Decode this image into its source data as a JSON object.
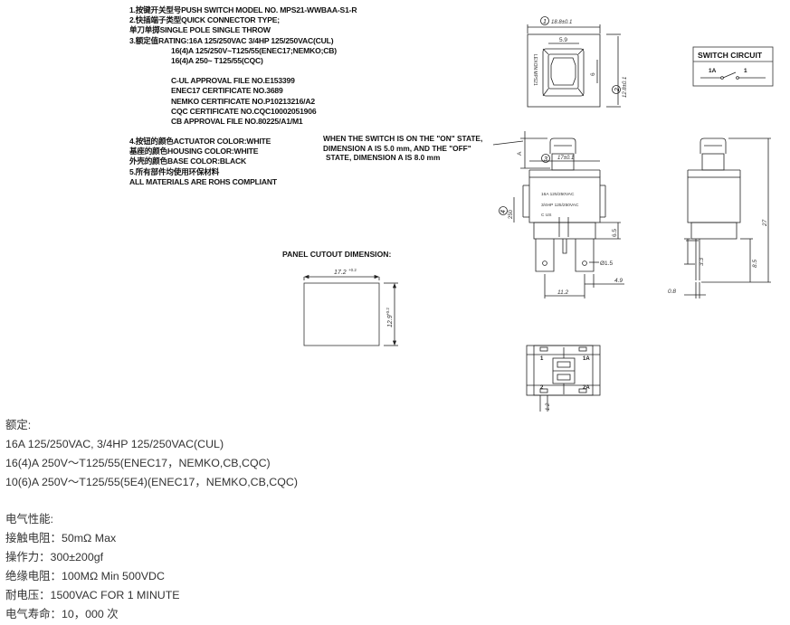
{
  "spec_lines": [
    "1.按键开关型号PUSH SWITCH MODEL NO. MPS21-WWBAA-S1-R",
    "2.快插端子类型QUICK CONNECTOR TYPE;",
    "  单刀单掷SINGLE POLE SINGLE THROW",
    "3.额定值RATING:16A 125/250VAC 3/4HP 125/250VAC(CUL)",
    "16(4)A 125/250V~T125/55(ENEC17;NEMKO;CB)",
    "16(4)A 250~ T125/55(CQC)",
    "C-UL APPROVAL FILE NO.E153399",
    "ENEC17 CERTIFICATE NO.3689",
    "NEMKO CERTIFICATE NO.P10213216/A2",
    "CQC CERTIFICATE NO.CQC10002051906",
    "CB APPROVAL FILE NO.80225/A1/M1",
    "4.按钮的颜色ACTUATOR COLOR:WHITE",
    "  基座的颜色HOUSING COLOR:WHITE",
    "  外壳的颜色BASE COLOR:BLACK",
    "5.所有部件均使用环保材料",
    "  ALL MATERIALS ARE ROHS COMPLIANT"
  ],
  "note_lines": [
    "WHEN THE SWITCH IS ON THE \"ON\" STATE,",
    "DIMENSION A IS 5.0 mm, AND THE \"OFF\"",
    "STATE, DIMENSION A IS 8.0 mm"
  ],
  "panel_cutout": {
    "title": "PANEL CUTOUT DIMENSION:",
    "width_dim": "17.2",
    "width_tol": "+0.2",
    "height_dim": "12.9",
    "height_tol": "+0.2"
  },
  "switch_circuit": {
    "title": "SWITCH CIRCUIT",
    "terminal_left": "1A",
    "terminal_right": "1"
  },
  "top_view": {
    "width_dim": "18.8±0.1",
    "inner_dim": "5.9",
    "side_dim": "6",
    "height_dim": "12.8±0.1",
    "side_text": "LEXON MPS21",
    "callout_1": "1",
    "callout_2": "2"
  },
  "front_view": {
    "dim_a": "A",
    "dim_top": "17±0.1",
    "callout_3": "3",
    "callout_4": "4",
    "dim_250": "250",
    "label_lines": [
      "16A 125/250VAC",
      "3/4HP 125/250VAC",
      "C   US"
    ],
    "dim_65": "6.5",
    "dim_15": "Ø1.5",
    "dim_112": "11.2",
    "dim_49": "4.9"
  },
  "side_view": {
    "dim_27": "27",
    "dim_85": "8.5",
    "dim_33": "3.3",
    "dim_08": "0.8"
  },
  "bottom_view": {
    "labels": [
      "1",
      "1A",
      "2",
      "2A"
    ],
    "dim_12": "1.2"
  },
  "text_section": {
    "rating_title": "额定:",
    "ratings": [
      "16A 125/250VAC, 3/4HP 125/250VAC(CUL)",
      "16(4)A 250V～T125/55(ENEC17，NEMKO,CB,CQC)",
      "10(6)A 250V～T125/55(5E4)(ENEC17，NEMKO,CB,CQC)"
    ],
    "elec_title": "电气性能:",
    "elec": [
      "接触电阻：50mΩ Max",
      "操作力：300±200gf",
      "绝缘电阻：100MΩ Min 500VDC",
      "耐电压：1500VAC  FOR 1 MINUTE",
      "电气寿命：10，000 次"
    ]
  }
}
